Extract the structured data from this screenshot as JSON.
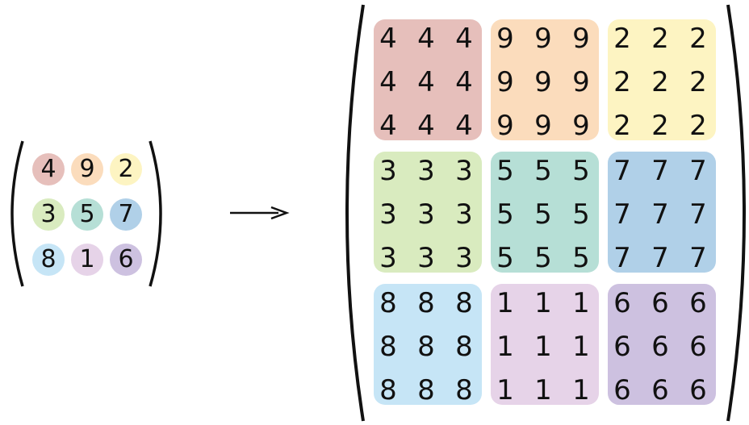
{
  "source_matrix": {
    "rows": [
      [
        {
          "value": "4",
          "color": "#e6bfbb"
        },
        {
          "value": "9",
          "color": "#fbdcbc"
        },
        {
          "value": "2",
          "color": "#fdf4c2"
        }
      ],
      [
        {
          "value": "3",
          "color": "#d9ebbf"
        },
        {
          "value": "5",
          "color": "#b6dfd6"
        },
        {
          "value": "7",
          "color": "#b0d0e8"
        }
      ],
      [
        {
          "value": "8",
          "color": "#c6e5f6"
        },
        {
          "value": "1",
          "color": "#e6d3e8"
        },
        {
          "value": "6",
          "color": "#cdc1e0"
        }
      ]
    ]
  },
  "arrow": {
    "symbol": "→"
  },
  "expanded_matrix": {
    "block_size": 3
  }
}
